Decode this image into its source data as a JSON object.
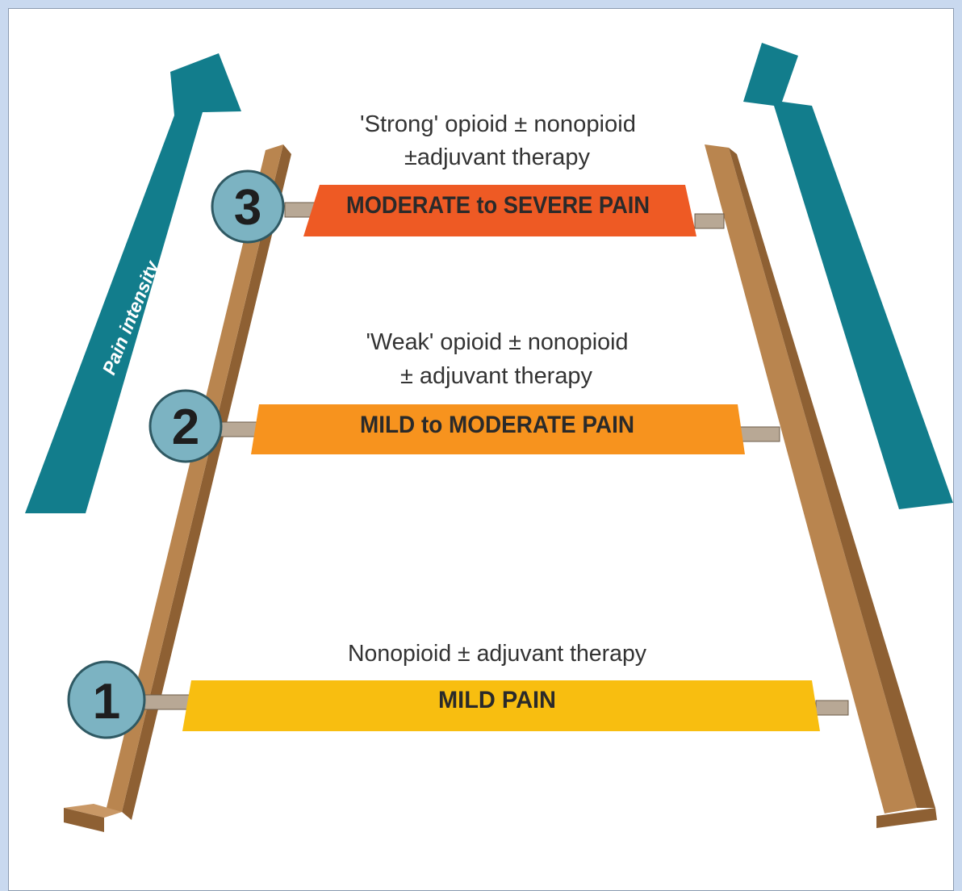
{
  "diagram": {
    "axis_label": "Pain intensity",
    "colors": {
      "arrow": "#127d8c",
      "rail": "#b9854f",
      "rail_side": "#8e6033",
      "step1": "#f8be10",
      "step2": "#f7931e",
      "step3": "#ee5a24",
      "badge": "#7cb3c2"
    },
    "steps": [
      {
        "number": "1",
        "label": "MILD PAIN",
        "therapy_lines": [
          "Nonopioid ± adjuvant therapy"
        ]
      },
      {
        "number": "2",
        "label": "MILD to MODERATE PAIN",
        "therapy_lines": [
          "'Weak' opioid ± nonopioid",
          "± adjuvant therapy"
        ]
      },
      {
        "number": "3",
        "label": "MODERATE to SEVERE PAIN",
        "therapy_lines": [
          "'Strong' opioid ± nonopioid",
          "±adjuvant therapy"
        ]
      }
    ]
  }
}
